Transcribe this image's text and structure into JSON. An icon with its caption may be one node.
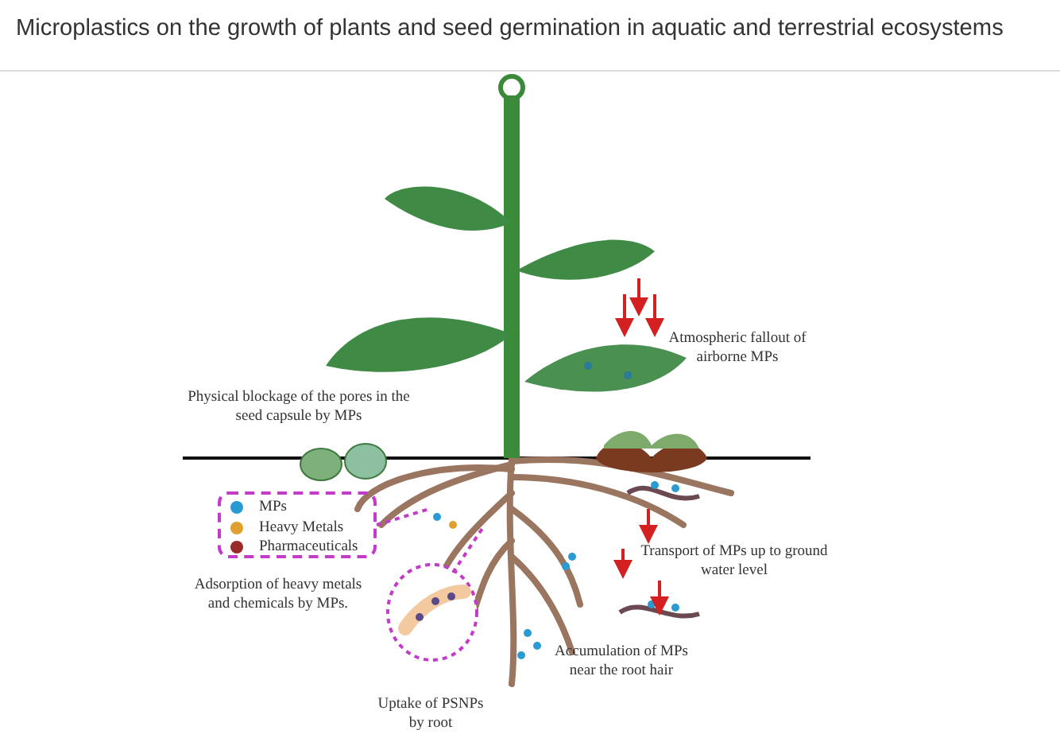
{
  "diagram": {
    "title": "Microplastics on the growth of plants and seed germination in aquatic and terrestrial ecosystems",
    "labels": [
      "Physical blockage of the pores in the seed capsule by MPs",
      "Atmospheric fallout of airborne MPs",
      "Transport of MPs up to ground water level",
      "Adsorption of heavy metals and chemicals by MPs.",
      "Accumulation of MPs near the root hair",
      "Uptake of PSNPs by root"
    ],
    "legend": [
      {
        "text": "MPs",
        "color": "#2a9bd2"
      },
      {
        "text": "Heavy Metals",
        "color": "#e0a030"
      },
      {
        "text": "Pharmaceuticals",
        "color": "#9b2b2b"
      }
    ]
  }
}
